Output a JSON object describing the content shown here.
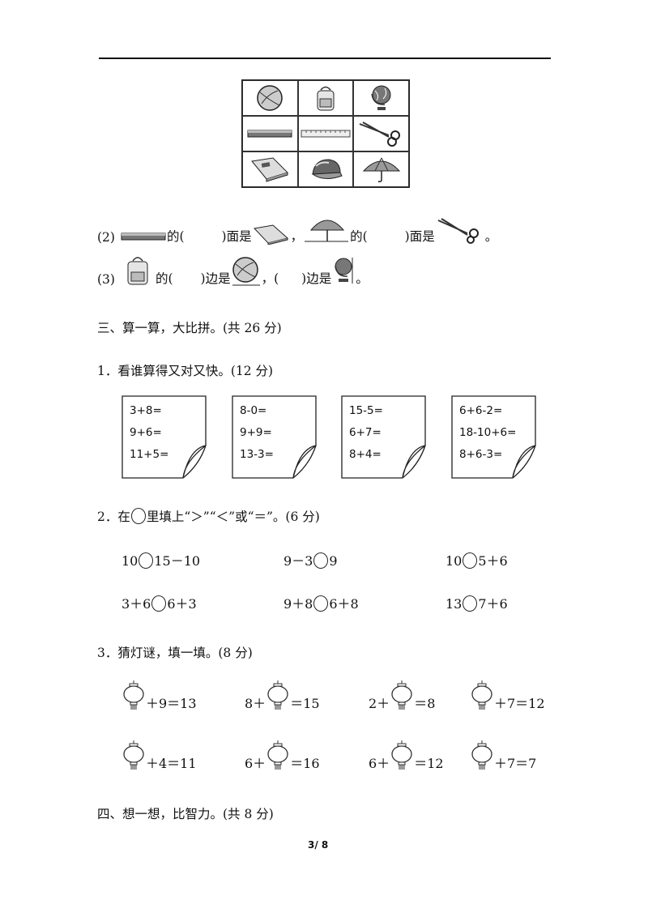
{
  "q2": {
    "num": "(2)",
    "de1": "的(",
    "mian1": ")面是",
    "comma": "，",
    "de2": "的(",
    "mian2": ")面是",
    "end": "。"
  },
  "q3": {
    "num": "(3)",
    "de1": "的(",
    "bian1": ")边是",
    "comma_paren": "，(",
    "bian2": ")边是",
    "end": "。"
  },
  "sec3": {
    "title": "三、算一算，大比拼。(共 26 分)"
  },
  "p1": {
    "title": "1．看谁算得又对又快。(12 分)",
    "cards": [
      [
        "3+8=",
        "9+6=",
        "11+5="
      ],
      [
        "8-0=",
        "9+9=",
        "13-3="
      ],
      [
        "15-5=",
        "6+7=",
        "8+4="
      ],
      [
        "6+6-2=",
        "18-10+6=",
        "8+6-3="
      ]
    ]
  },
  "p2": {
    "title_a": "2．在",
    "title_b": "里填上“＞”“＜”或“＝”。(6 分)",
    "rows": [
      [
        {
          "l": "10",
          "r": "15－10"
        },
        {
          "l": "9－3",
          "r": "9"
        },
        {
          "l": "10",
          "r": "5＋6"
        }
      ],
      [
        {
          "l": "3＋6",
          "r": "6＋3"
        },
        {
          "l": "9＋8",
          "r": "6＋8"
        },
        {
          "l": "13",
          "r": "7＋6"
        }
      ]
    ]
  },
  "p3": {
    "title": "3．猜灯谜，填一填。(8 分)",
    "rows": [
      [
        {
          "pre": "",
          "post": "＋9＝13"
        },
        {
          "pre": "8＋",
          "post": "＝15"
        },
        {
          "pre": "2＋",
          "post": "＝8"
        },
        {
          "pre": "",
          "post": "＋7＝12"
        }
      ],
      [
        {
          "pre": "",
          "post": "＋4＝11"
        },
        {
          "pre": "6＋",
          "post": "＝16"
        },
        {
          "pre": "6＋",
          "post": "＝12"
        },
        {
          "pre": "",
          "post": "＋7＝7"
        }
      ]
    ]
  },
  "sec4": {
    "title": "四、想一想，比智力。(共 8 分)"
  },
  "page": "3/ 8"
}
